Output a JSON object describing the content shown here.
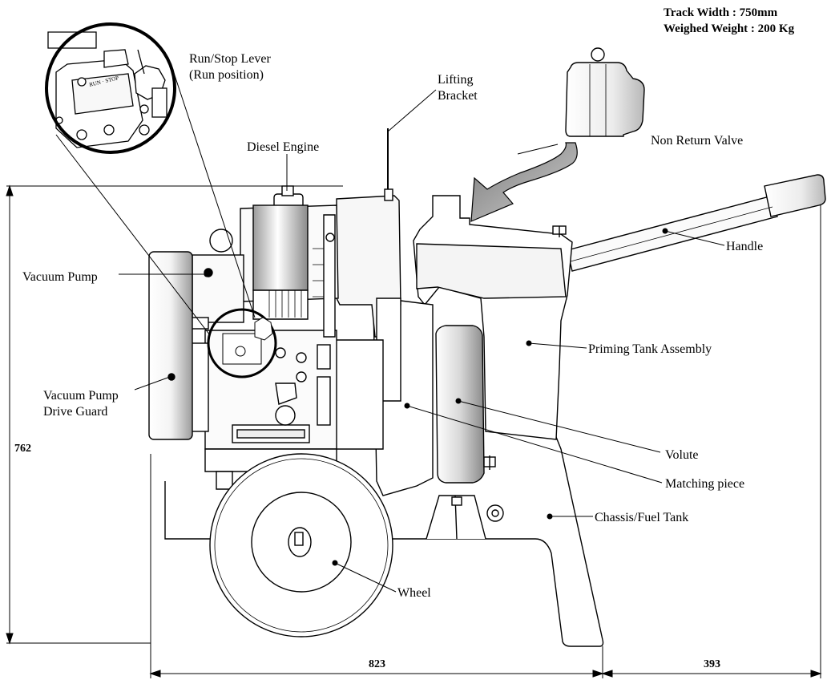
{
  "specs": {
    "track_width": "Track Width   :  750mm",
    "weighed_weight": "Weighed Weight : 200 Kg"
  },
  "labels": {
    "run_stop_lever_line1": "Run/Stop Lever",
    "run_stop_lever_line2": "(Run position)",
    "lifting_bracket_line1": "Lifting",
    "lifting_bracket_line2": "Bracket",
    "diesel_engine": "Diesel Engine",
    "non_return_valve": "Non Return Valve",
    "handle": "Handle",
    "vacuum_pump": "Vacuum Pump",
    "priming_tank_assembly": "Priming Tank Assembly",
    "vacuum_pump_drive_guard_line1": "Vacuum Pump",
    "vacuum_pump_drive_guard_line2": "Drive Guard",
    "volute": "Volute",
    "matching_piece": "Matching piece",
    "chassis_fuel_tank": "Chassis/Fuel Tank",
    "wheel": "Wheel",
    "lever_marking": "RUN · STOP"
  },
  "dimensions": {
    "height": "762",
    "length_main": "823",
    "length_handle": "393"
  }
}
